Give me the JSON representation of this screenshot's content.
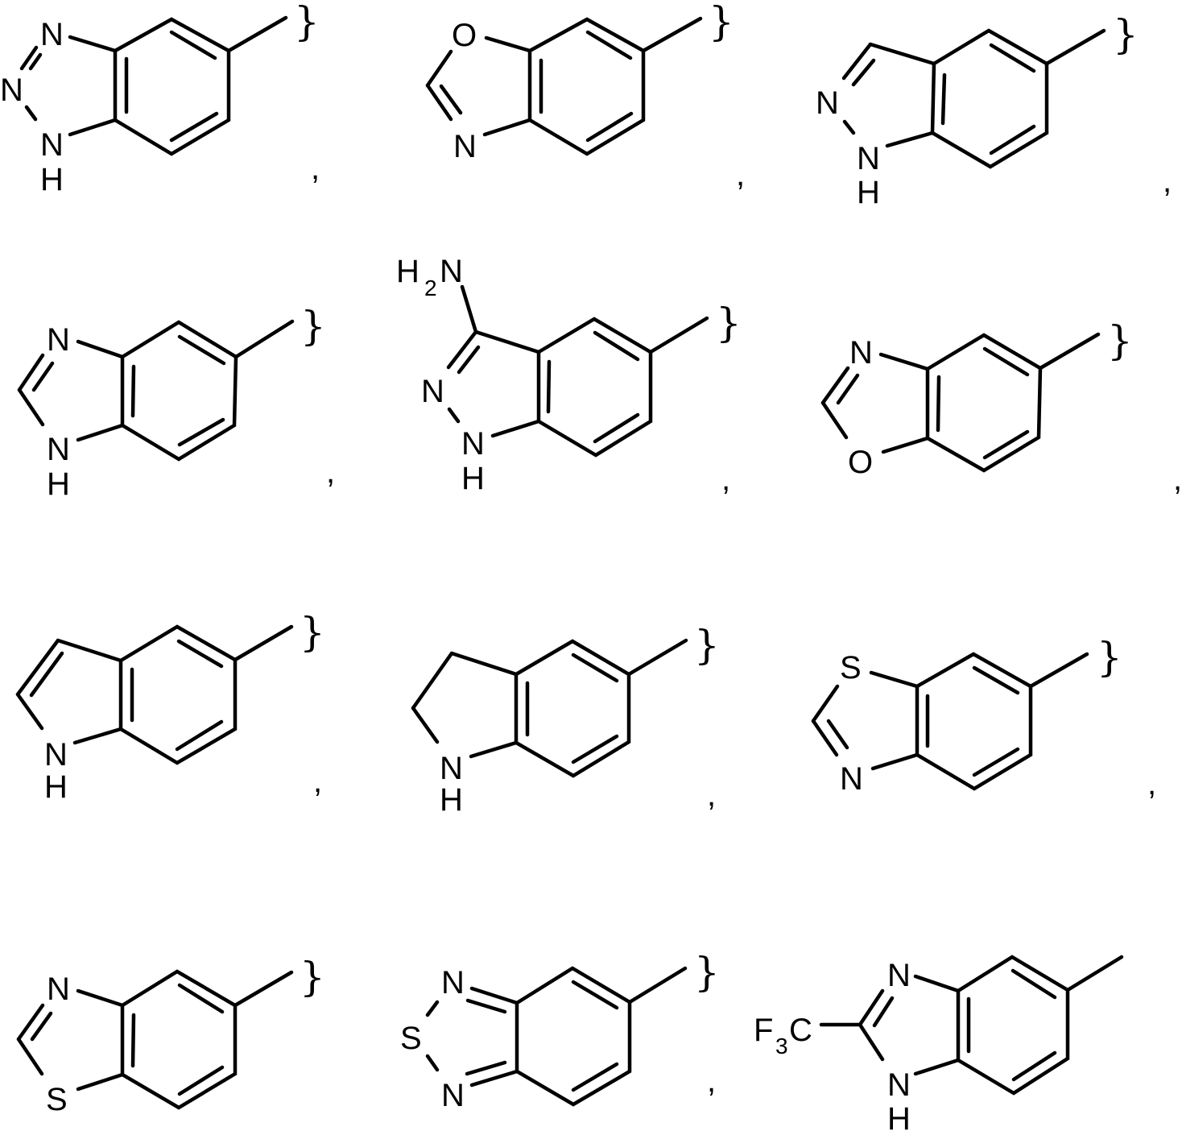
{
  "figure": {
    "description": "Bicyclic heteroaryl substituent fragments attached at a wavy/brace bond point",
    "attachment_symbol": "}",
    "separator": ",",
    "structures": [
      {
        "name": "1H-benzotriazol-5-yl",
        "atoms": {
          "n3": "N",
          "n2": "N",
          "n1": "N",
          "h1": "H"
        }
      },
      {
        "name": "benzoxazol-6-yl",
        "atoms": {
          "o1": "O",
          "n3": "N"
        }
      },
      {
        "name": "1H-indazol-5-yl",
        "atoms": {
          "n2": "N",
          "n1": "N",
          "h1": "H"
        }
      },
      {
        "name": "1H-benzimidazol-5-yl",
        "atoms": {
          "n3": "N",
          "n1": "N",
          "h1": "H"
        }
      },
      {
        "name": "3-amino-1H-indazol-5-yl",
        "atoms": {
          "amine_h": "H",
          "amine_sub": "2",
          "amine_n": "N",
          "n2": "N",
          "n1": "N",
          "h1": "H"
        }
      },
      {
        "name": "benzoxazol-5-yl",
        "atoms": {
          "n3": "N",
          "o1": "O"
        }
      },
      {
        "name": "1H-indol-5-yl",
        "atoms": {
          "n1": "N",
          "h1": "H"
        }
      },
      {
        "name": "indolin-5-yl",
        "atoms": {
          "n1": "N",
          "h1": "H"
        }
      },
      {
        "name": "benzothiazol-6-yl",
        "atoms": {
          "s1": "S",
          "n3": "N"
        }
      },
      {
        "name": "benzothiazol-5-yl",
        "atoms": {
          "n3": "N",
          "s1": "S"
        }
      },
      {
        "name": "2,1,3-benzothiadiazol-5-yl",
        "atoms": {
          "n1": "N",
          "s2": "S",
          "n3": "N"
        }
      },
      {
        "name": "2-(trifluoromethyl)-1H-benzimidazol-5-yl",
        "atoms": {
          "cf3_f": "F",
          "cf3_sub": "3",
          "cf3_c": "C",
          "n3": "N",
          "n1": "N",
          "h1": "H"
        }
      }
    ]
  }
}
